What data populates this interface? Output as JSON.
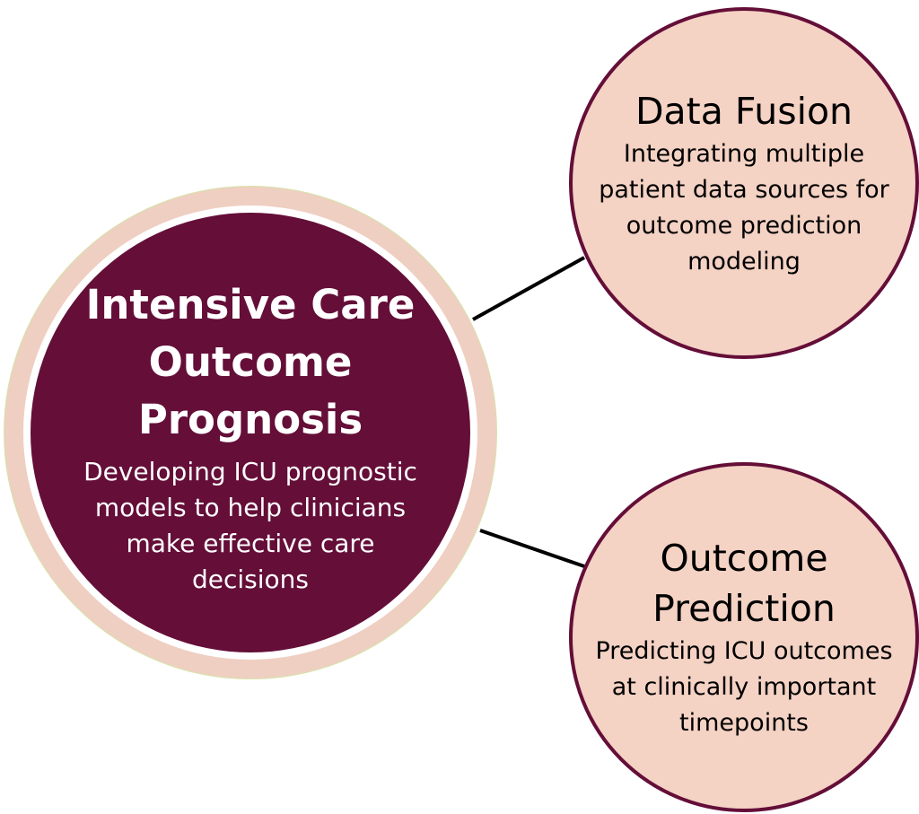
{
  "center": {
    "title": "Intensive Care Outcome Prognosis",
    "description": "Developing ICU prognostic models to help clinicians make effective care decisions"
  },
  "nodes": [
    {
      "title": "Data Fusion",
      "description": "Integrating multiple patient data sources for outcome prediction modeling"
    },
    {
      "title": "Outcome Prediction",
      "description": "Predicting ICU outcomes at clinically important timepoints"
    }
  ],
  "colors": {
    "center_fill": "#640e38",
    "center_ring": "#efcfc2",
    "node_fill": "#f4d2c4",
    "node_border": "#640e38",
    "connector": "#000000"
  }
}
